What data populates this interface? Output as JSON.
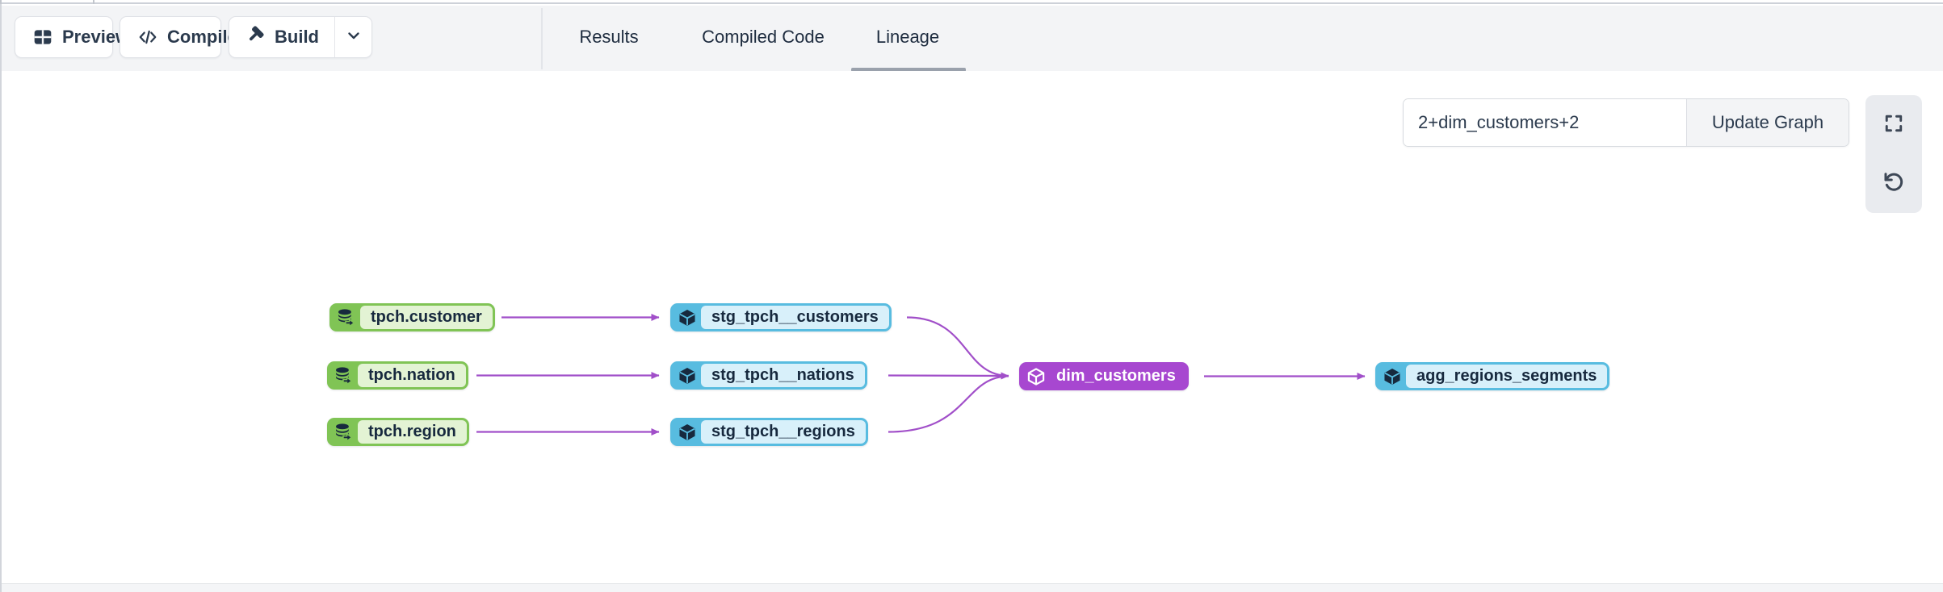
{
  "toolbar": {
    "preview_label": "Preview",
    "compile_label": "Compile",
    "build_label": "Build"
  },
  "tabs": [
    {
      "label": "Results",
      "active": false
    },
    {
      "label": "Compiled Code",
      "active": false
    },
    {
      "label": "Lineage",
      "active": true
    }
  ],
  "lineage": {
    "selector_value": "2+dim_customers+2",
    "update_button_label": "Update Graph"
  },
  "graph": {
    "nodes": [
      {
        "id": "tpch.customer",
        "label": "tpch.customer",
        "type": "source",
        "selected": false
      },
      {
        "id": "tpch.nation",
        "label": "tpch.nation",
        "type": "source",
        "selected": false
      },
      {
        "id": "tpch.region",
        "label": "tpch.region",
        "type": "source",
        "selected": false
      },
      {
        "id": "stg_tpch__customers",
        "label": "stg_tpch__customers",
        "type": "model",
        "selected": false
      },
      {
        "id": "stg_tpch__nations",
        "label": "stg_tpch__nations",
        "type": "model",
        "selected": false
      },
      {
        "id": "stg_tpch__regions",
        "label": "stg_tpch__regions",
        "type": "model",
        "selected": false
      },
      {
        "id": "dim_customers",
        "label": "dim_customers",
        "type": "model",
        "selected": true
      },
      {
        "id": "agg_regions_segments",
        "label": "agg_regions_segments",
        "type": "model",
        "selected": false
      }
    ],
    "edges": [
      [
        "tpch.customer",
        "stg_tpch__customers"
      ],
      [
        "tpch.nation",
        "stg_tpch__nations"
      ],
      [
        "tpch.region",
        "stg_tpch__regions"
      ],
      [
        "stg_tpch__customers",
        "dim_customers"
      ],
      [
        "stg_tpch__nations",
        "dim_customers"
      ],
      [
        "stg_tpch__regions",
        "dim_customers"
      ],
      [
        "dim_customers",
        "agg_regions_segments"
      ]
    ]
  },
  "icons": {
    "preview": "table-icon",
    "compile": "code-icon",
    "build": "hammer-icon",
    "build_menu": "chevron-down-icon",
    "source_node": "database-icon",
    "model_node": "cube-icon",
    "fullscreen": "fullscreen-icon",
    "reset": "reset-icon"
  },
  "colors": {
    "edge": "#a14fc9",
    "source_border": "#80c455",
    "source_fill": "#e3f3d4",
    "model_border": "#58bce0",
    "model_fill": "#d8f0fa",
    "selected_node": "#a747d0",
    "node_text": "#17293e",
    "toolbar_bg": "#f3f4f6",
    "active_tab_underline": "#9aa1ac"
  }
}
